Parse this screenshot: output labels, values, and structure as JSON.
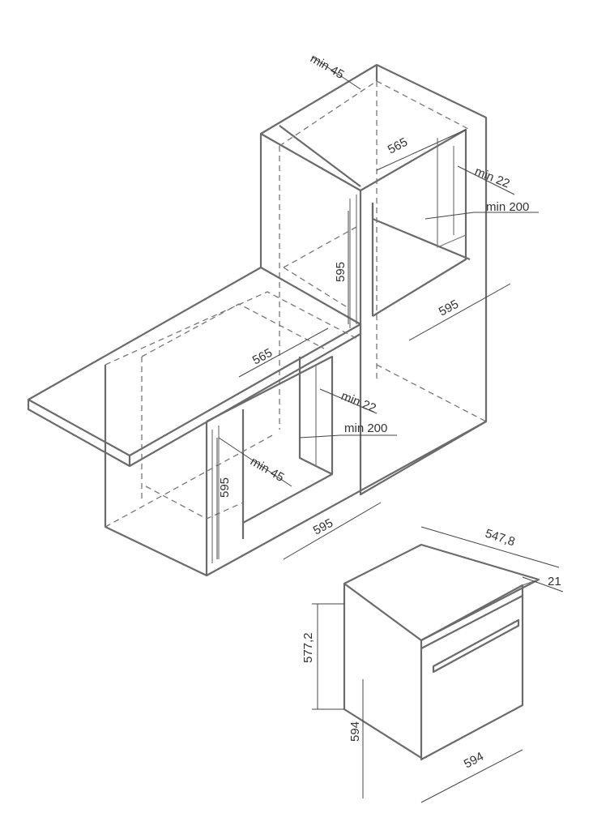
{
  "figure": {
    "title": "Built-in oven installation dimensions",
    "tall_cabinet": {
      "depth_clearance": "min 45",
      "opening_width": "565",
      "side_gap": "min 22",
      "vent_opening": "min 200",
      "opening_height": "595",
      "cabinet_width": "595"
    },
    "under_counter": {
      "opening_width": "565",
      "side_gap": "min 22",
      "vent_opening": "min 200",
      "depth_clearance": "min 45",
      "opening_height": "595",
      "cabinet_width": "595"
    },
    "oven": {
      "depth": "547,8",
      "front_thickness": "21",
      "body_height": "577,2",
      "front_height": "594",
      "front_width": "594"
    }
  }
}
